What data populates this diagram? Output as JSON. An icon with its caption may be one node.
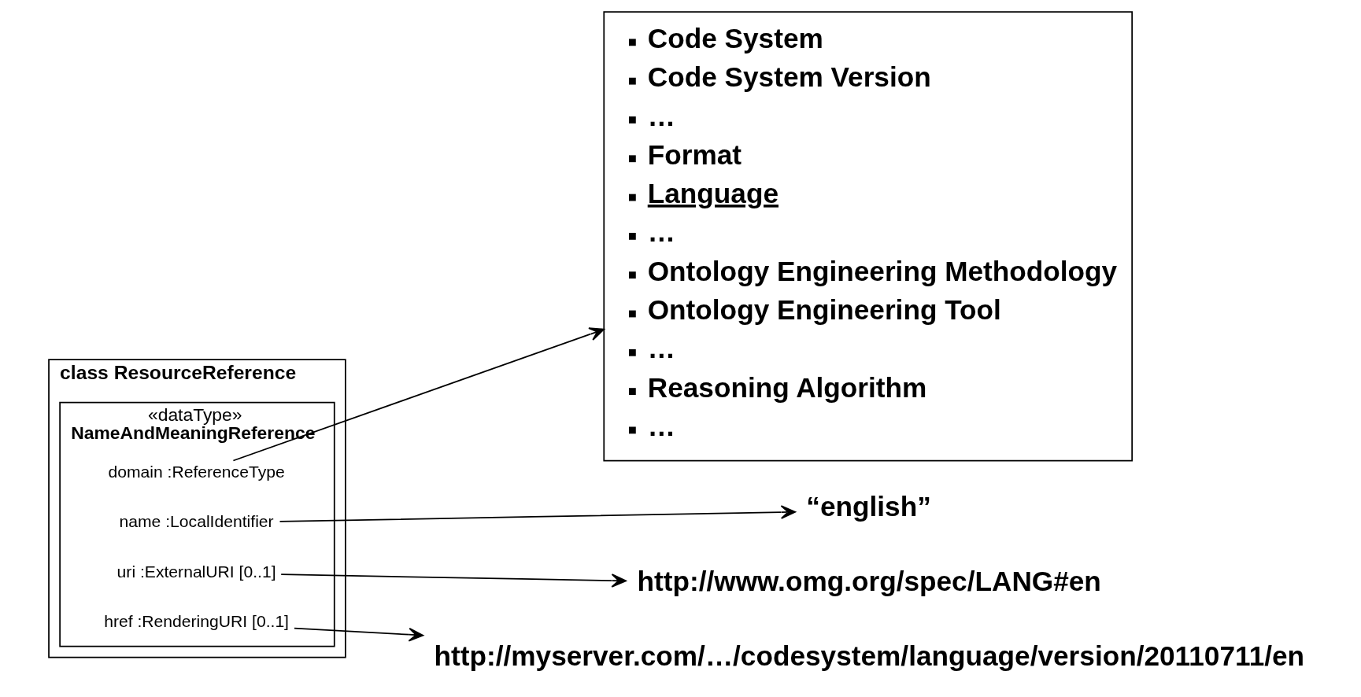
{
  "diagram": {
    "nodes": [
      {
        "text": [
          "class ResourceReference"
        ]
      },
      {
        "text": [
          "«dataType»",
          "NameAndMeaningReference"
        ],
        "in": 0
      },
      {
        "text": [
          "domain :ReferenceType"
        ],
        "in": 1
      },
      {
        "text": [
          "name :LocalIdentifier"
        ],
        "in": 1
      },
      {
        "text": [
          "uri :ExternalURI [0..1]"
        ],
        "in": 1
      },
      {
        "text": [
          "href :RenderingURI [0..1]"
        ],
        "in": 1
      },
      {
        "text": [
          "Code System",
          "Code System Version",
          "…",
          "Format",
          "Language",
          "…",
          "Ontology Engineering Methodology",
          "Ontology Engineering Tool",
          "…",
          "Reasoning Algorithm",
          "…"
        ]
      },
      {
        "text": [
          "“english”"
        ]
      },
      {
        "text": [
          "http://www.omg.org/spec/LANG#en"
        ]
      },
      {
        "text": [
          "http://myserver.com/…/codesystem/language/version/20110711/en"
        ]
      }
    ],
    "edges": [
      {
        "from": 2,
        "to": 6,
        "arrow": "to"
      },
      {
        "from": 3,
        "to": 7,
        "arrow": "to"
      },
      {
        "from": 4,
        "to": 8,
        "arrow": "to"
      },
      {
        "from": 5,
        "to": 9,
        "arrow": "to"
      }
    ]
  }
}
